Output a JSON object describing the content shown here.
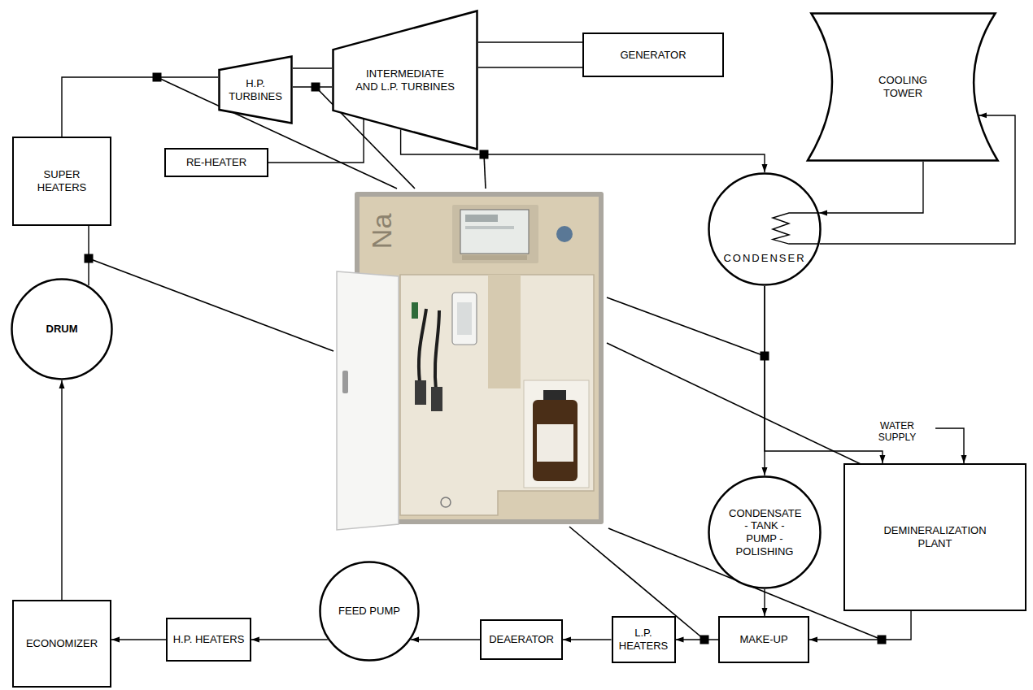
{
  "diagram": {
    "nodes": [
      {
        "text": [
          "H.P. TURBINES"
        ]
      },
      {
        "text": [
          "INTERMEDIATE AND L.P. TURBINES"
        ]
      },
      {
        "text": [
          "GENERATOR"
        ]
      },
      {
        "text": [
          "COOLING TOWER"
        ]
      },
      {
        "text": [
          "SUPER HEATERS"
        ]
      },
      {
        "text": [
          "RE-HEATER"
        ]
      },
      {
        "text": [
          "DRUM"
        ]
      },
      {
        "text": [
          "CONDENSER"
        ]
      },
      {
        "text": [
          "CONDENSATE - TANK - PUMP - POLISHING"
        ]
      },
      {
        "text": [
          "DEMINERALIZATION PLANT"
        ]
      },
      {
        "text": [
          "ECONOMIZER"
        ]
      },
      {
        "text": [
          "FEED PUMP"
        ]
      },
      {
        "text": [
          "H.P. HEATERS"
        ]
      },
      {
        "text": [
          "DEAERATOR"
        ]
      },
      {
        "text": [
          "L.P. HEATERS"
        ]
      },
      {
        "text": [
          "MAKE-UP"
        ]
      }
    ],
    "edges": [
      {
        "from": 4,
        "to": 0,
        "arrow": "none"
      },
      {
        "from": 0,
        "to": 1,
        "arrow": "none"
      },
      {
        "from": 1,
        "to": 2,
        "arrow": "none"
      },
      {
        "from": 5,
        "to": 1,
        "arrow": "none"
      },
      {
        "from": 1,
        "to": 7,
        "arrow": "to"
      },
      {
        "from": 3,
        "to": 7,
        "arrow": "to"
      },
      {
        "from": 7,
        "to": 3,
        "arrow": "to"
      },
      {
        "from": 7,
        "to": 8,
        "arrow": "to"
      },
      {
        "from": 7,
        "to": 9,
        "arrow": "to"
      },
      {
        "from": 8,
        "to": 15,
        "arrow": "to"
      },
      {
        "from": 9,
        "to": 15,
        "arrow": "to"
      },
      {
        "from": 15,
        "to": 14,
        "arrow": "to"
      },
      {
        "from": 14,
        "to": 13,
        "arrow": "to"
      },
      {
        "from": 13,
        "to": 11,
        "arrow": "to"
      },
      {
        "from": 11,
        "to": 12,
        "arrow": "to"
      },
      {
        "from": 12,
        "to": 10,
        "arrow": "to"
      },
      {
        "from": 10,
        "to": 6,
        "arrow": "to"
      },
      {
        "from": 6,
        "to": 4,
        "arrow": "none"
      }
    ],
    "labels": [
      "WATER SUPPLY",
      "Na"
    ]
  }
}
